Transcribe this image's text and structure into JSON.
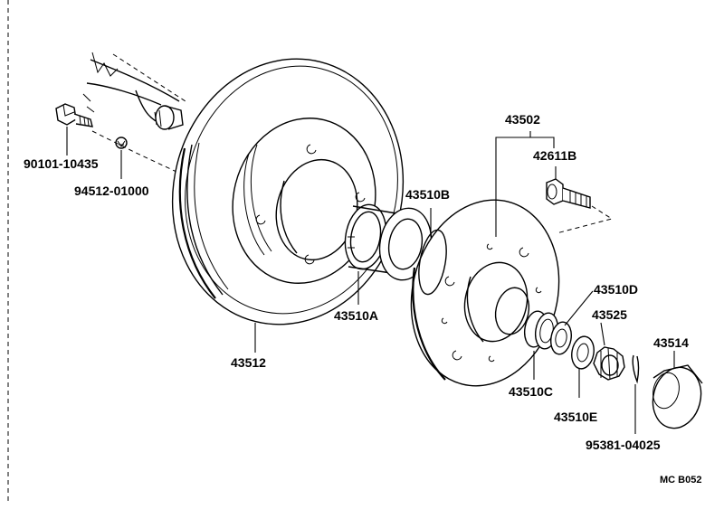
{
  "diagram": {
    "code": "MC B052",
    "parts": {
      "p90101": "90101-10435",
      "p94512": "94512-01000",
      "p43512": "43512",
      "p43510A": "43510A",
      "p43510B": "43510B",
      "p43502": "43502",
      "p42611B": "42611B",
      "p43510D": "43510D",
      "p43525": "43525",
      "p43514": "43514",
      "p43510C": "43510C",
      "p43510E": "43510E",
      "p95381": "95381-04025"
    }
  }
}
